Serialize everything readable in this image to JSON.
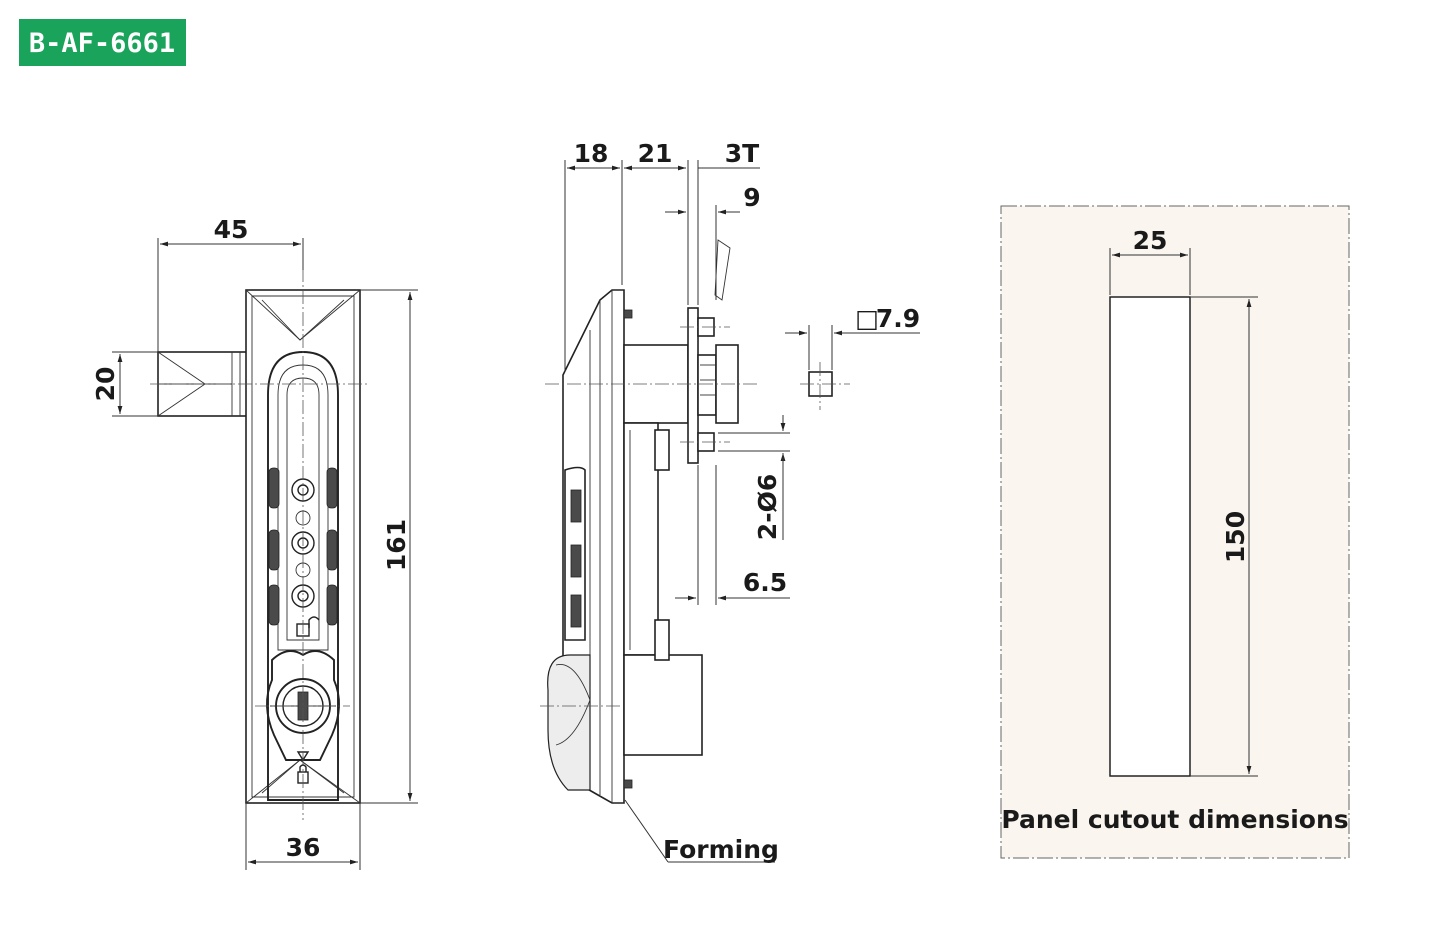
{
  "badge": {
    "text": "B-AF-6661",
    "color": "#1aa35a"
  },
  "front_view": {
    "dim_handle_reach": "45",
    "dim_handle_height": "20",
    "dim_total_height": "161",
    "dim_width": "36"
  },
  "side_view": {
    "dim_top_a": "18",
    "dim_top_b": "21",
    "dim_top_c": "3T",
    "dim_top_d": "9",
    "dim_square": "7.9",
    "square_symbol": "□",
    "dim_holes": "2-Ø6",
    "dim_offset": "6.5",
    "note_forming": "Forming"
  },
  "cutout": {
    "background_color": "#faf6ef",
    "dim_width": "25",
    "dim_height": "150",
    "caption": "Panel cutout dimensions"
  }
}
